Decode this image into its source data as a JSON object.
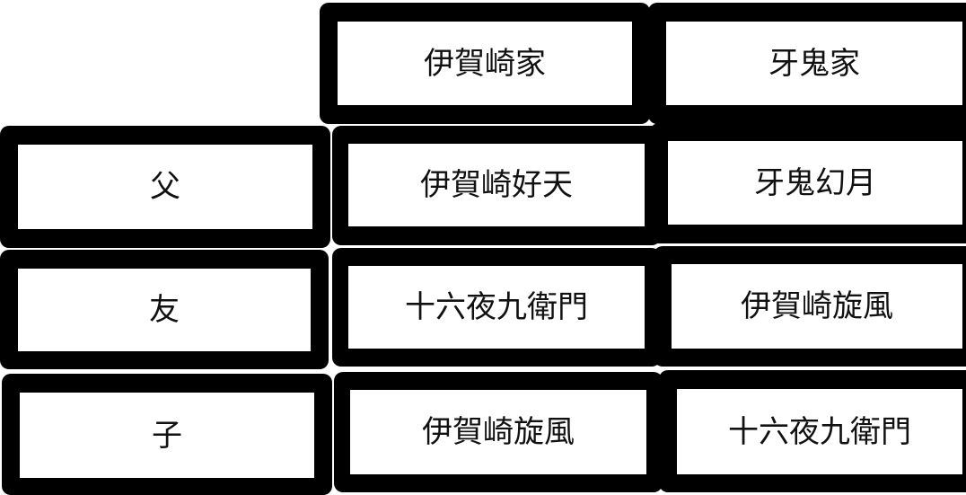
{
  "header": {
    "family_a": "伊賀崎家",
    "family_b": "牙鬼家"
  },
  "rows": [
    {
      "relation": "父",
      "family_a": "伊賀崎好天",
      "family_b": "牙鬼幻月"
    },
    {
      "relation": "友",
      "family_a": "十六夜九衛門",
      "family_b": "伊賀崎旋風"
    },
    {
      "relation": "子",
      "family_a": "伊賀崎旋風",
      "family_b": "十六夜九衛門"
    }
  ],
  "colors": {
    "border": "#000000",
    "cell_background": "#ffffff",
    "text": "#111111"
  }
}
